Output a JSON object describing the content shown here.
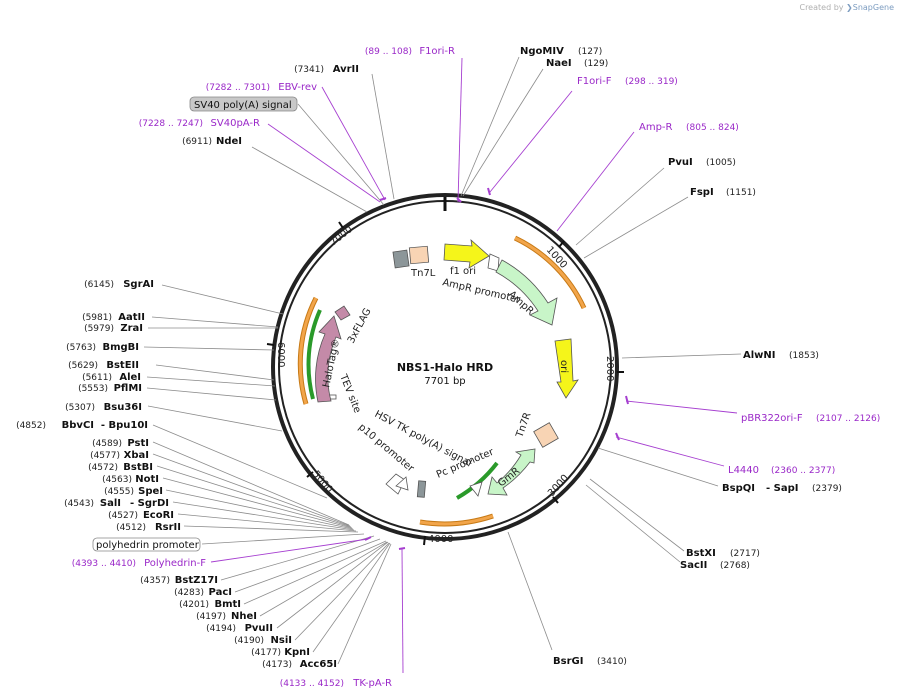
{
  "branding": {
    "created_by": "Created by",
    "app": "SnapGene"
  },
  "plasmid": {
    "name": "NBS1-Halo HRD",
    "length_label": "7701 bp",
    "length": 7701
  },
  "ruler": [
    "1000",
    "2000",
    "3000",
    "4000",
    "5000",
    "6000",
    "7000"
  ],
  "colors": {
    "primer": "#9a28c8",
    "enzyme_text": "#111111",
    "backbone": "#222222"
  },
  "enzymes": [
    {
      "name": "NgoMIV",
      "pos": "(127)"
    },
    {
      "name": "NaeI",
      "pos": "(129)"
    },
    {
      "name": "PvuI",
      "pos": "(1005)"
    },
    {
      "name": "FspI",
      "pos": "(1151)"
    },
    {
      "name": "AlwNI",
      "pos": "(1853)"
    },
    {
      "name": "BspQI",
      "extra": "- SapI",
      "pos": "(2379)"
    },
    {
      "name": "BstXI",
      "pos": "(2717)"
    },
    {
      "name": "SacII",
      "pos": "(2768)"
    },
    {
      "name": "BsrGI",
      "pos": "(3410)"
    },
    {
      "name": "AvrII",
      "pos": "(7341)"
    },
    {
      "name": "NdeI",
      "pos": "(6911)"
    },
    {
      "name": "SgrAI",
      "pos": "(6145)"
    },
    {
      "name": "AatII",
      "pos": "(5981)"
    },
    {
      "name": "ZraI",
      "pos": "(5979)"
    },
    {
      "name": "BmgBI",
      "pos": "(5763)"
    },
    {
      "name": "BstEII",
      "pos": "(5629)"
    },
    {
      "name": "AleI",
      "pos": "(5611)"
    },
    {
      "name": "PflMI",
      "pos": "(5553)"
    },
    {
      "name": "Bsu36I",
      "pos": "(5307)"
    },
    {
      "name": "BbvCI",
      "extra": "- Bpu10I",
      "pos": "(4852)"
    },
    {
      "name": "PstI",
      "pos": "(4589)"
    },
    {
      "name": "XbaI",
      "pos": "(4577)"
    },
    {
      "name": "BstBI",
      "pos": "(4572)"
    },
    {
      "name": "NotI",
      "pos": "(4563)"
    },
    {
      "name": "SpeI",
      "pos": "(4555)"
    },
    {
      "name": "SalI",
      "extra": "- SgrDI",
      "pos": "(4543)"
    },
    {
      "name": "EcoRI",
      "pos": "(4527)"
    },
    {
      "name": "RsrII",
      "pos": "(4512)"
    },
    {
      "name": "BstZ17I",
      "pos": "(4357)"
    },
    {
      "name": "PacI",
      "pos": "(4283)"
    },
    {
      "name": "BmtI",
      "pos": "(4201)"
    },
    {
      "name": "NheI",
      "pos": "(4197)"
    },
    {
      "name": "PvuII",
      "pos": "(4194)"
    },
    {
      "name": "NsiI",
      "pos": "(4190)"
    },
    {
      "name": "KpnI",
      "pos": "(4177)"
    },
    {
      "name": "Acc65I",
      "pos": "(4173)"
    }
  ],
  "primers": [
    {
      "name": "F1ori-R",
      "range": "(89 .. 108)"
    },
    {
      "name": "F1ori-F",
      "range": "(298 .. 319)"
    },
    {
      "name": "Amp-R",
      "range": "(805 .. 824)"
    },
    {
      "name": "pBR322ori-F",
      "range": "(2107 .. 2126)"
    },
    {
      "name": "L4440",
      "range": "(2360 .. 2377)"
    },
    {
      "name": "TK-pA-R",
      "range": "(4133 .. 4152)"
    },
    {
      "name": "Polyhedrin-F",
      "range": "(4393 .. 4410)"
    },
    {
      "name": "SV40pA-R",
      "range": "(7228 .. 7247)"
    },
    {
      "name": "EBV-rev",
      "range": "(7282 .. 7301)"
    }
  ],
  "boxed_features": {
    "sv40": "SV40 poly(A) signal",
    "polyhedrin": "polyhedrin promoter"
  },
  "inner_labels": {
    "tn7l": "Tn7L",
    "f1ori": "f1 ori",
    "ampr_promoter": "AmpR promoter",
    "ampr": "AmpR",
    "ori": "ori",
    "tn7r": "Tn7R",
    "hsv": "HSV TK poly(A) signal",
    "pc": "Pc promoter",
    "gmr": "GmR",
    "p10": "p10 promoter",
    "tev": "TEV site",
    "halotag": "HaloTag®",
    "flag": "3xFLAG"
  }
}
